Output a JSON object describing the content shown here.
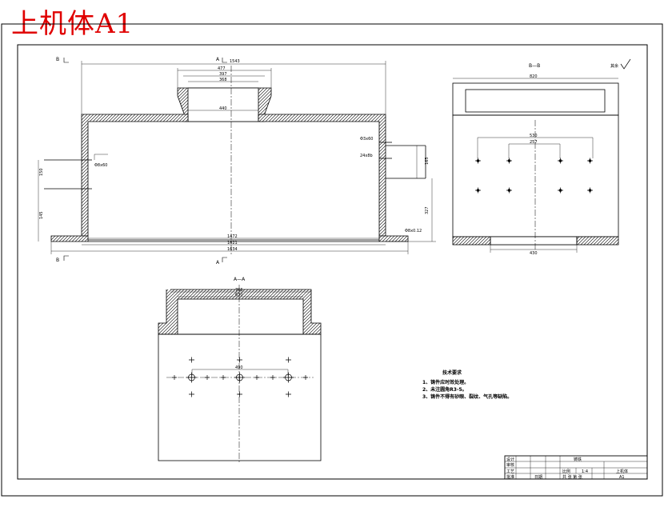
{
  "title": "上机体A1",
  "views": {
    "main": {
      "section_left_top": "B",
      "section_left_bottom": "B",
      "section_center_top": "A",
      "section_center_bottom": "A",
      "dims": {
        "overall_top": "1543",
        "boss_outer": "477",
        "boss_mid": "397",
        "boss_inner": "368",
        "boss_base": "440",
        "inner_width": "1472",
        "outer_width": "1621",
        "base_width": "1634",
        "left_upper_h": "150",
        "left_lower_h": "145",
        "right_h1": "165",
        "right_h2": "327",
        "right_callout1": "Φ3x60",
        "right_callout2": "24x8b",
        "left_callout": "Φ8x60",
        "base_callout": "Φ8x0.12"
      }
    },
    "side": {
      "label": "B—B",
      "roughness": "其余",
      "dims": {
        "overall": "820",
        "holes_outer": "530",
        "holes_inner": "257",
        "bottom": "430"
      }
    },
    "bottom": {
      "label": "A—A",
      "dims": {
        "outer": "766",
        "inner": "630",
        "holes": "490"
      }
    }
  },
  "notes": {
    "heading": "技术要求",
    "items": [
      "1、铸件应时效处理。",
      "2、未注圆角R3-5。",
      "3、铸件不得有砂眼、裂纹、气孔等缺陷。"
    ]
  },
  "title_block": {
    "row_labels": [
      "设计",
      "审核",
      "工艺",
      "批准"
    ],
    "material": "铸铁",
    "scale_label": "比例",
    "scale": "1:4",
    "sheet": "共 张 第 张",
    "part_name": "上机体",
    "sheet_code": "A1",
    "date": "日期"
  }
}
